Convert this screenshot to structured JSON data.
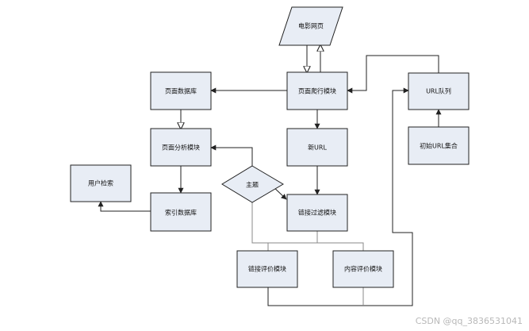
{
  "colors": {
    "box_fill": "#e8edf5",
    "stroke": "#222222",
    "muted_stroke": "#888888"
  },
  "nodes": {
    "web_pages": "电影网页",
    "crawl_module": "页面爬行模块",
    "page_db": "页面数据库",
    "page_analysis": "页面分析模块",
    "user_search": "用户检索",
    "index_db": "索引数据库",
    "new_url": "新URL",
    "topic": "主题",
    "link_filter": "链接过滤模块",
    "link_eval": "链接评价模块",
    "content_eval": "内容评价模块",
    "url_queue": "URL队列",
    "seed_urls": "初始URL集合"
  },
  "watermark": "CSDN @qq_3836531041"
}
